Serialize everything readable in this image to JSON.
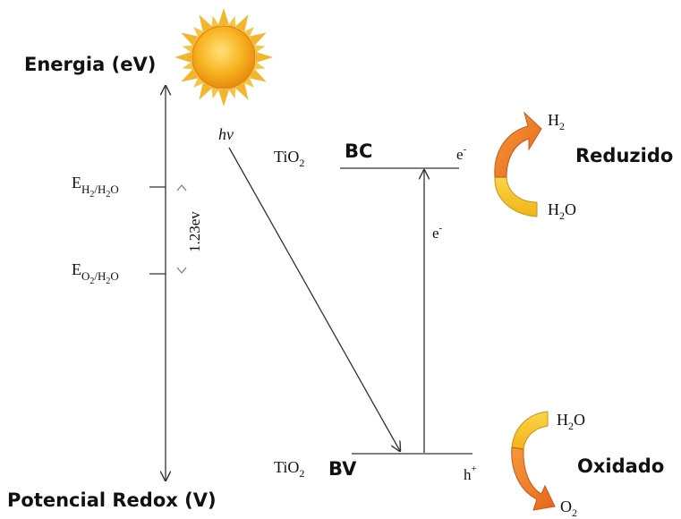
{
  "axis": {
    "energy_label": "Energia (eV)",
    "redox_label": "Potencial Redox (V)"
  },
  "levels": {
    "h2": {
      "base": "E",
      "sub": "H",
      "sub2": "2",
      "slash": "/H",
      "sub3": "2",
      "tail": "O"
    },
    "o2": {
      "base": "E",
      "sub": "O",
      "sub2": "2",
      "slash": "/H",
      "sub3": "2",
      "tail": "O"
    },
    "gap": "1.23ev"
  },
  "photon": {
    "label": "hv"
  },
  "bands": {
    "bc": {
      "prefix": "TiO",
      "sub": "2",
      "label": "BC",
      "carrier": "e",
      "carrier_sup": "-"
    },
    "bv": {
      "prefix": "TiO",
      "sub": "2",
      "label": "BV",
      "carrier": "h",
      "carrier_sup": "+"
    },
    "transfer": {
      "carrier": "e",
      "carrier_sup": "-"
    }
  },
  "reactions": {
    "reduction": {
      "product": "H",
      "product_sub": "2",
      "reactant": "H",
      "reactant_sub": "2",
      "reactant_tail": "O",
      "label": "Reduzido"
    },
    "oxidation": {
      "reactant": "H",
      "reactant_sub": "2",
      "reactant_tail": "O",
      "product": "O",
      "product_sub": "2",
      "label": "Oxidado"
    }
  },
  "colors": {
    "line": "#333333",
    "arrow_orange": "#f07a22",
    "arrow_yellow": "#f6c12d",
    "sun_core": "#f7a81b",
    "sun_ray": "#f3b52c"
  },
  "icons": {
    "sun": "sun-icon"
  }
}
